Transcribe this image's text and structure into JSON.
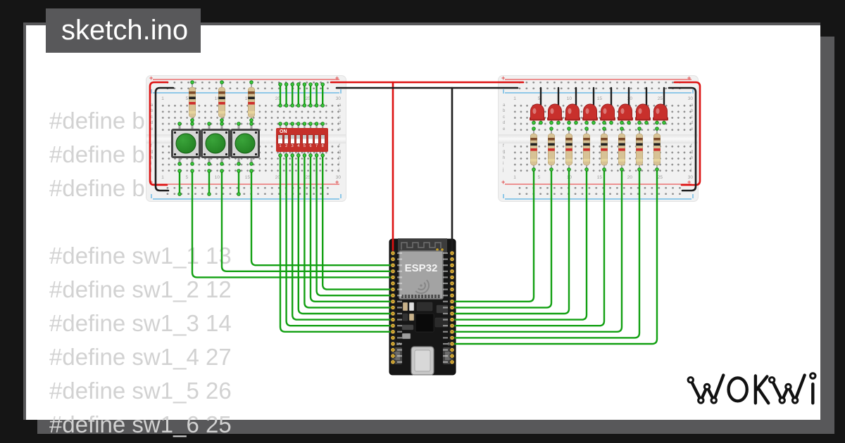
{
  "window": {
    "filename": "sketch.ino"
  },
  "editor_code": {
    "defines_top": [
      "#define b",
      "#define b",
      "#define b"
    ],
    "defines_switches": [
      "#define sw1_1 13",
      "#define sw1_2 12",
      "#define sw1_3 14",
      "#define sw1_4 27",
      "#define sw1_5 26",
      "#define sw1_6 25"
    ]
  },
  "breadboard_labels": {
    "column_numbers": [
      "1",
      "5",
      "10",
      "15",
      "20",
      "25",
      "30"
    ],
    "row_letters_top": [
      "a",
      "b",
      "c",
      "d",
      "e"
    ],
    "row_letters_bottom": [
      "f",
      "g",
      "h",
      "i",
      "j"
    ],
    "positive_mark": "+",
    "negative_mark": "-"
  },
  "dip_switch": {
    "on_label": "ON",
    "position_numbers": [
      "1",
      "2",
      "3",
      "4",
      "5",
      "6",
      "7",
      "8"
    ]
  },
  "esp32": {
    "chip_label": "ESP32",
    "en_button_label": "EN",
    "boot_button_label": "Boot"
  },
  "brand": {
    "logo_text": "WOKWI"
  },
  "colors": {
    "page_background": "#151515",
    "chrome_gray": "#58585a",
    "canvas_white": "#ffffff",
    "code_text_gray": "#d2d2d2",
    "wire_red": "#dd1111",
    "wire_black": "#1d1d1d",
    "wire_green": "#12a012",
    "connection_dot_green": "#39c939",
    "breadboard_body": "#f1f1f1",
    "led_red": "#c8302c",
    "dip_switch_red": "#c5302a",
    "pushbutton_green": "#2c8c2c",
    "esp32_pin_yellow": "#e8b93c",
    "resistor_tan": "#d7c295"
  }
}
